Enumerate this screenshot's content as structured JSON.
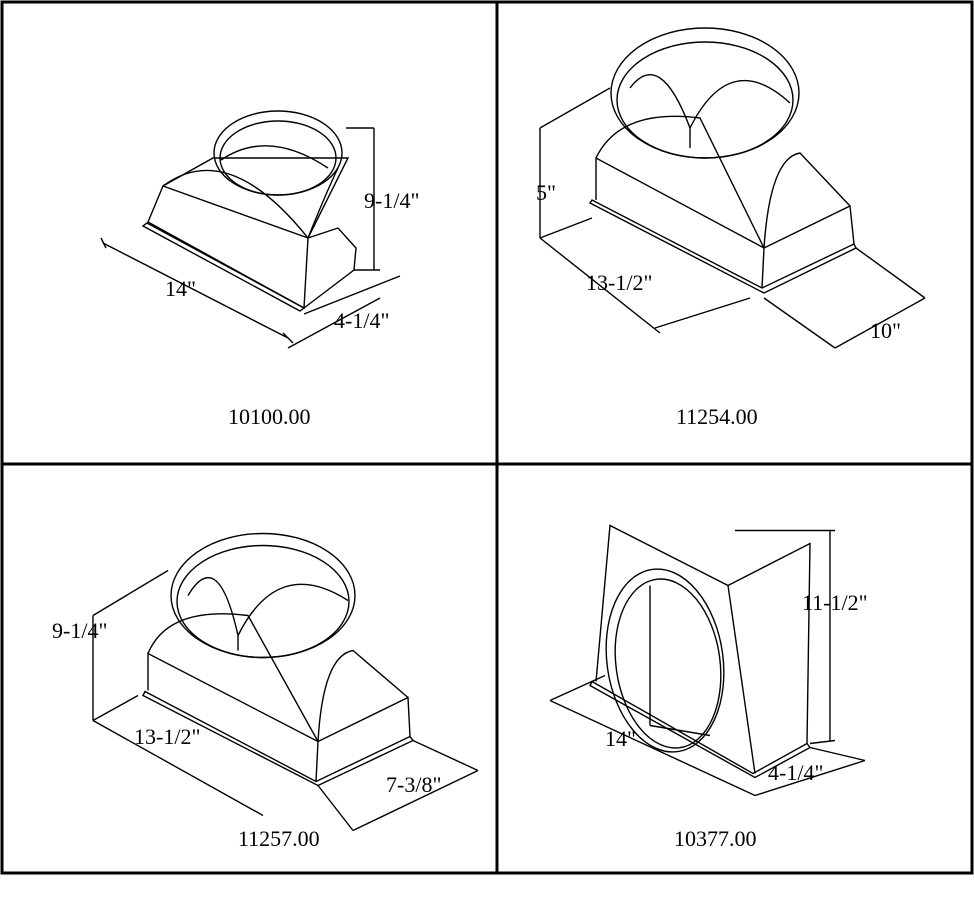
{
  "colors": {
    "line": "#000000",
    "background": "#ffffff"
  },
  "panels": [
    {
      "code": "10100.00",
      "dims": {
        "width": "14\"",
        "height": "9-1/4\"",
        "depth": "4-1/4\""
      }
    },
    {
      "code": "11254.00",
      "dims": {
        "height": "5\"",
        "width": "13-1/2\"",
        "depth": "10\""
      }
    },
    {
      "code": "11257.00",
      "dims": {
        "height": "9-1/4\"",
        "width": "13-1/2\"",
        "depth": "7-3/8\""
      }
    },
    {
      "code": "10377.00",
      "dims": {
        "height": "11-1/2\"",
        "width": "14\"",
        "depth": "4-1/4\""
      }
    }
  ]
}
